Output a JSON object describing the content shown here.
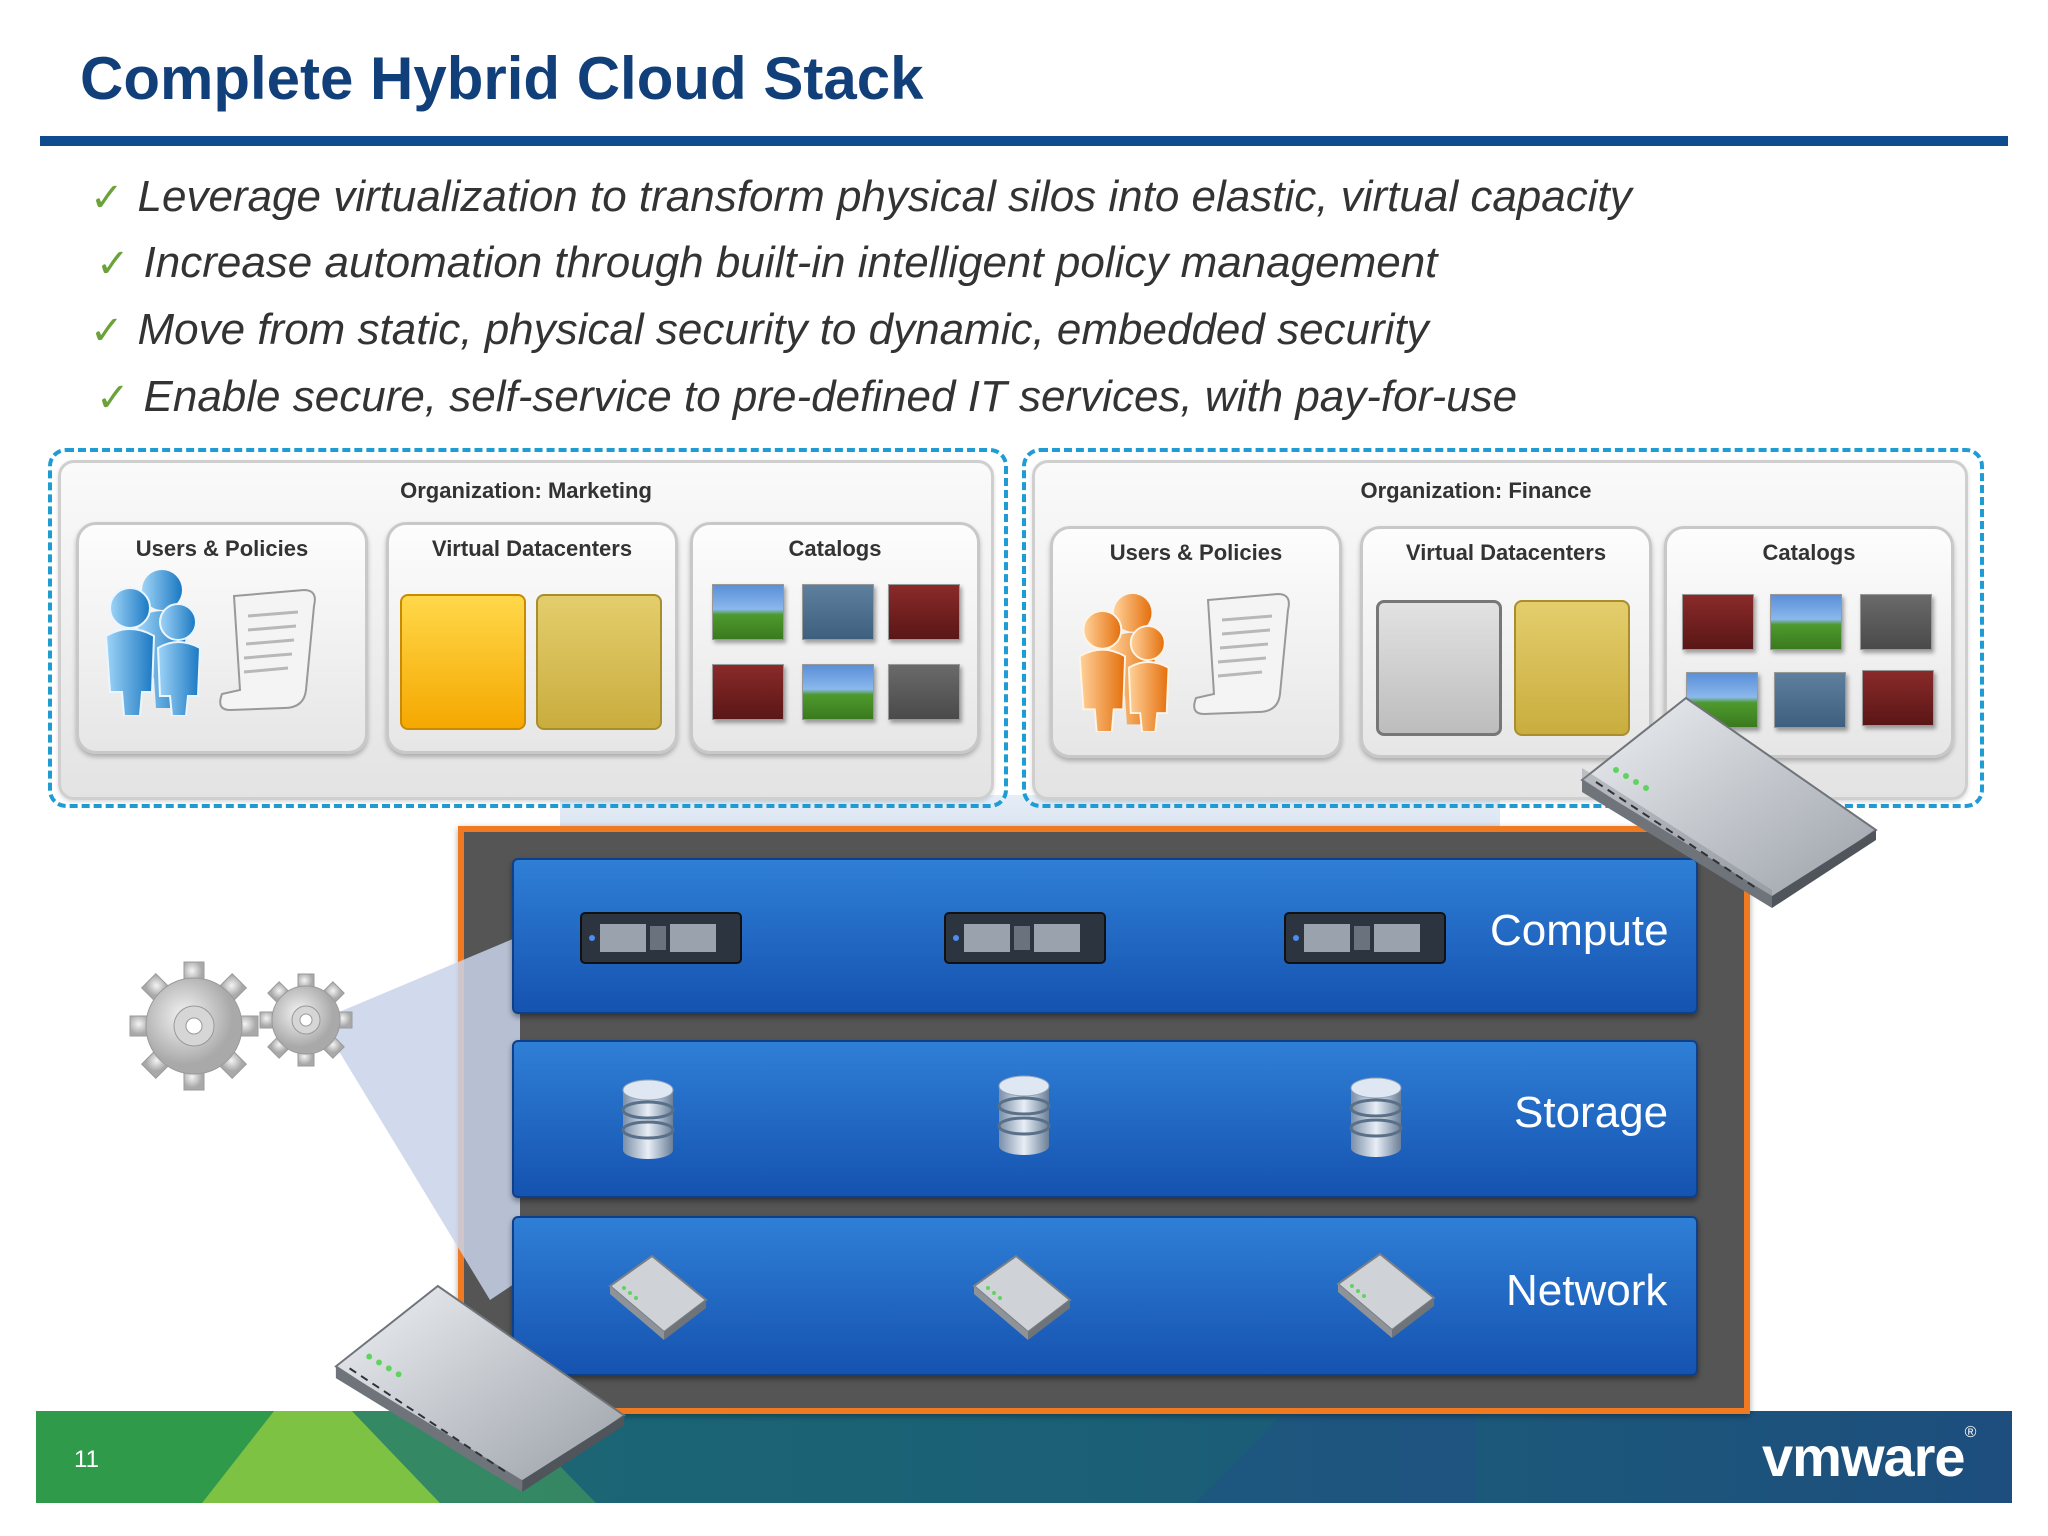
{
  "slide": {
    "title": "Complete Hybrid Cloud Stack",
    "page_number": "11",
    "logo_text": "vmware",
    "bullets": [
      "Leverage virtualization to transform physical silos into elastic, virtual capacity",
      "Increase automation through built-in intelligent policy management",
      "Move from static, physical security to dynamic, embedded security",
      "Enable secure, self-service to pre-defined IT services, with pay-for-use"
    ],
    "check_glyph": "✓"
  },
  "organizations": [
    {
      "label": "Organization: Marketing",
      "cards": [
        "Users & Policies",
        "Virtual Datacenters",
        "Catalogs"
      ],
      "users_color": "#2a8fd6",
      "vdc_colors": [
        "#ffc20e",
        "#d4b94a"
      ]
    },
    {
      "label": "Organization: Finance",
      "cards": [
        "Users & Policies",
        "Virtual Datacenters",
        "Catalogs"
      ],
      "users_color": "#f08a1e",
      "vdc_colors": [
        "#c8c8c8",
        "#d4b94a"
      ]
    }
  ],
  "stack": {
    "layers": [
      {
        "label": "Compute",
        "icon": "server-icon"
      },
      {
        "label": "Storage",
        "icon": "database-icon"
      },
      {
        "label": "Network",
        "icon": "switch-icon"
      }
    ],
    "frame_color": "#f07a22"
  },
  "colors": {
    "title": "#113f7a",
    "accent_blue": "#0f4b8f",
    "dashed_frame": "#1f9cd3",
    "footer_green": "#2f9a4a",
    "footer_lime": "#7dc243"
  }
}
